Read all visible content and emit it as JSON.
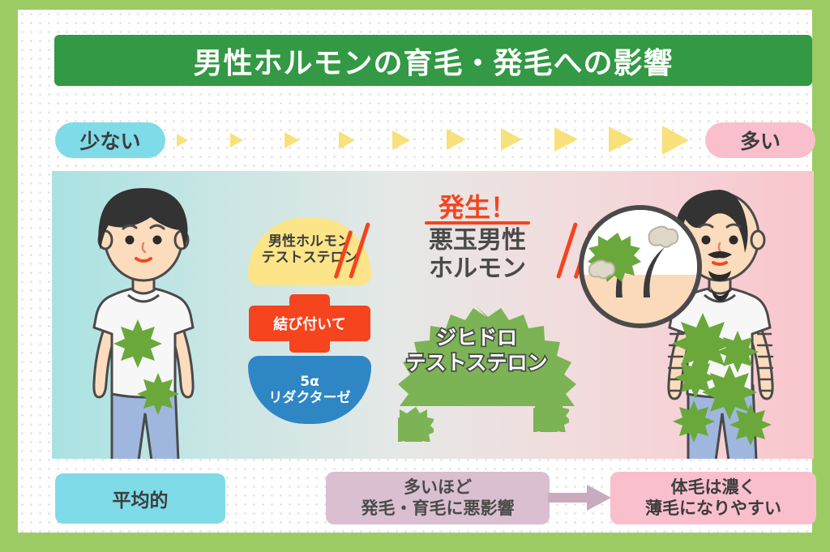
{
  "title": "男性ホルモンの育毛・発毛への影響",
  "scale": {
    "left_label": "少ない",
    "right_label": "多い",
    "arrow_count": 10
  },
  "panel": {
    "left_person": {
      "name": "young-man-full-hair",
      "hair": "full dark hair",
      "shirt_spots": 2
    },
    "right_person": {
      "name": "balding-man-hairy",
      "hair": "receding hairline with beard",
      "shirt_spots": 6
    },
    "hormone_dome": {
      "line1": "男性ホルモン",
      "line2": "テストステロン"
    },
    "bind_cross": "結び付いて",
    "enzyme_dome": {
      "line1": "5α",
      "line2": "リダクターゼ"
    },
    "occur_label": "発生！",
    "bad_hormone": {
      "line1": "悪玉男性",
      "line2": "ホルモン"
    },
    "dht_burst": {
      "line1": "ジヒドロ",
      "line2": "テストステロン"
    },
    "scalp_zoom": "scalp-magnifier"
  },
  "bottom": {
    "average_label": "平均的",
    "middle": {
      "line1": "多いほど",
      "line2": "発毛・育毛に悪影響"
    },
    "result": {
      "line1": "体毛は濃く",
      "line2": "薄毛になりやすい"
    }
  },
  "colors": {
    "frame_green": "#9ccb63",
    "title_green": "#339944",
    "cyan": "#7fdbe8",
    "pink": "#f9bfcd",
    "yellow": "#fbe588",
    "blue": "#2f86c5",
    "red": "#f5441e",
    "green_burst": "#7cb košice"
  }
}
